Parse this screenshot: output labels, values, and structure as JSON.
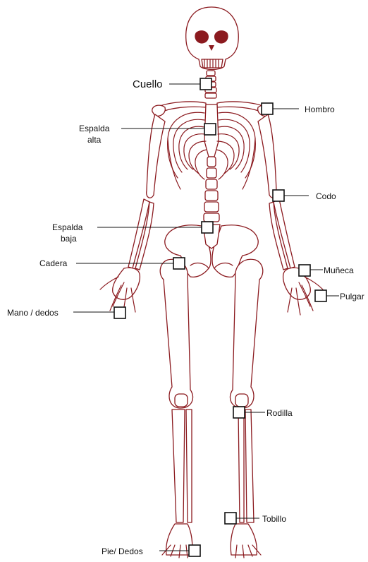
{
  "labels": {
    "cuello": "Cuello",
    "hombro": "Hombro",
    "espalda_alta_1": "Espalda",
    "espalda_alta_2": "alta",
    "codo": "Codo",
    "espalda_baja_1": "Espalda",
    "espalda_baja_2": "baja",
    "cadera": "Cadera",
    "muneca": "Muñeca",
    "pulgar": "Pulgar",
    "mano": "Mano / dedos",
    "rodilla": "Rodilla",
    "tobillo": "Tobillo",
    "pie": "Pie/ Dedos"
  },
  "colors": {
    "bone_stroke": "#8b1a1f",
    "eye_socket": "#8b1a1f",
    "marker": "#111111"
  }
}
